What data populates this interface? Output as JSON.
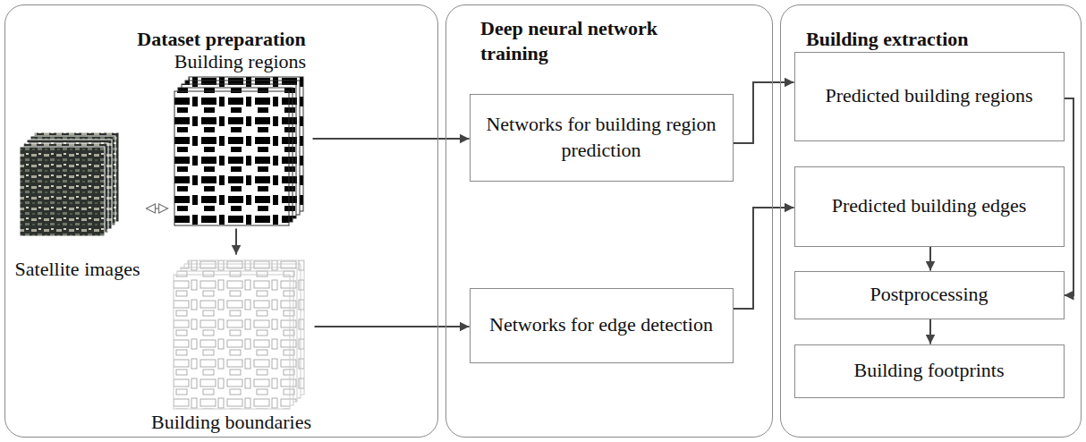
{
  "diagram": {
    "nodes": [
      {
        "text": [
          "Dataset preparation"
        ]
      },
      {
        "text": [
          "Satellite images"
        ],
        "in": 0
      },
      {
        "text": [
          "Building regions"
        ],
        "in": 0
      },
      {
        "text": [
          "Building boundaries"
        ],
        "in": 0
      },
      {
        "text": [
          "Deep neural network training"
        ]
      },
      {
        "text": [
          "Networks for building region prediction"
        ],
        "in": 4
      },
      {
        "text": [
          "Networks for edge detection"
        ],
        "in": 4
      },
      {
        "text": [
          "Building extraction"
        ]
      },
      {
        "text": [
          "Predicted building regions"
        ],
        "in": 7
      },
      {
        "text": [
          "Predicted building edges"
        ],
        "in": 7
      },
      {
        "text": [
          "Postprocessing"
        ],
        "in": 7
      },
      {
        "text": [
          "Building footprints"
        ],
        "in": 7
      }
    ],
    "edges": [
      {
        "from": 1,
        "to": 2,
        "arrow": "both"
      },
      {
        "from": 2,
        "to": 3,
        "arrow": "to"
      },
      {
        "from": 2,
        "to": 5,
        "arrow": "to"
      },
      {
        "from": 3,
        "to": 6,
        "arrow": "to"
      },
      {
        "from": 5,
        "to": 8,
        "arrow": "to"
      },
      {
        "from": 6,
        "to": 9,
        "arrow": "to"
      },
      {
        "from": 9,
        "to": 10,
        "arrow": "to"
      },
      {
        "from": 8,
        "to": 10,
        "arrow": "to"
      },
      {
        "from": 10,
        "to": 11,
        "arrow": "to"
      }
    ]
  }
}
